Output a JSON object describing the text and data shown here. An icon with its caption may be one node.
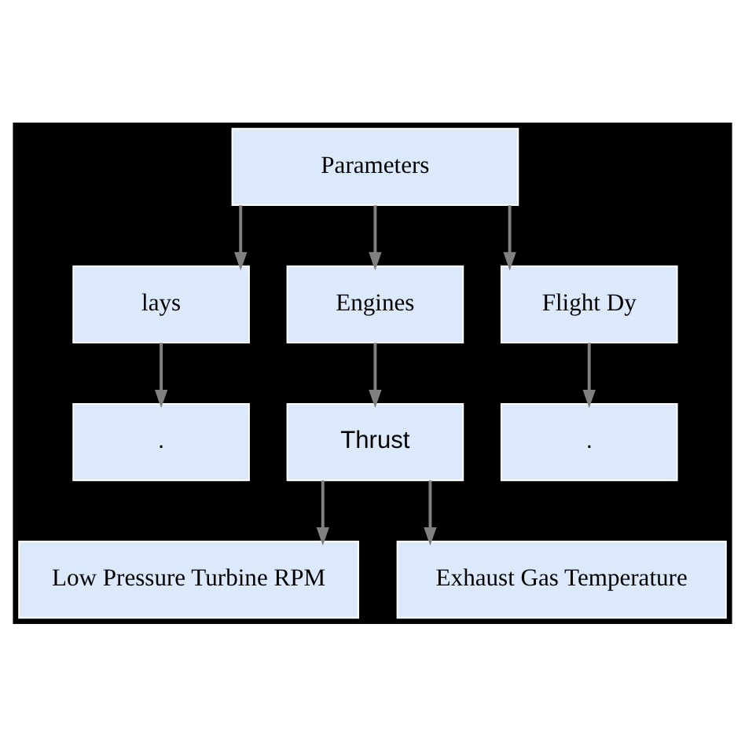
{
  "diagram": {
    "nodes": [
      {
        "text": [
          "Parameters"
        ]
      },
      {
        "text": [
          "lays"
        ]
      },
      {
        "text": [
          "Engines"
        ]
      },
      {
        "text": [
          "Flight Dy"
        ]
      },
      {
        "text": [
          "."
        ]
      },
      {
        "text": [
          "Thrust"
        ]
      },
      {
        "text": [
          "."
        ]
      },
      {
        "text": [
          "Low Pressure Turbine RPM"
        ]
      },
      {
        "text": [
          "Exhaust Gas Temperature"
        ]
      }
    ],
    "edges": [
      {
        "from": 0,
        "to": 1,
        "arrow": "to"
      },
      {
        "from": 0,
        "to": 2,
        "arrow": "to"
      },
      {
        "from": 0,
        "to": 3,
        "arrow": "to"
      },
      {
        "from": 1,
        "to": 4,
        "arrow": "to"
      },
      {
        "from": 2,
        "to": 5,
        "arrow": "to"
      },
      {
        "from": 3,
        "to": 6,
        "arrow": "to"
      },
      {
        "from": 5,
        "to": 7,
        "arrow": "to"
      },
      {
        "from": 5,
        "to": 8,
        "arrow": "to"
      }
    ]
  }
}
